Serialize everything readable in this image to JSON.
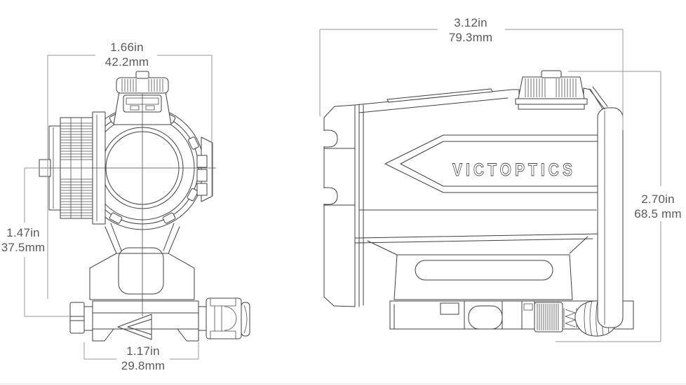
{
  "colors": {
    "background": "#ffffff",
    "drawing_line": "#3f3f3f",
    "dimension_line": "#95979a",
    "dimension_text": "#58595b"
  },
  "branding": {
    "logo_text": "VICTOPTICS"
  },
  "front_view": {
    "dimensions": {
      "body_width": {
        "inches": "1.66in",
        "millimeters": "42.2mm"
      },
      "axis_height": {
        "inches": "1.47in",
        "millimeters": "37.5mm"
      },
      "mount_width": {
        "inches": "1.17in",
        "millimeters": "29.8mm"
      }
    }
  },
  "side_view": {
    "dimensions": {
      "overall_length": {
        "inches": "3.12in",
        "millimeters": "79.3mm"
      },
      "overall_height": {
        "inches": "2.70in",
        "millimeters": "68.5 mm"
      }
    }
  }
}
